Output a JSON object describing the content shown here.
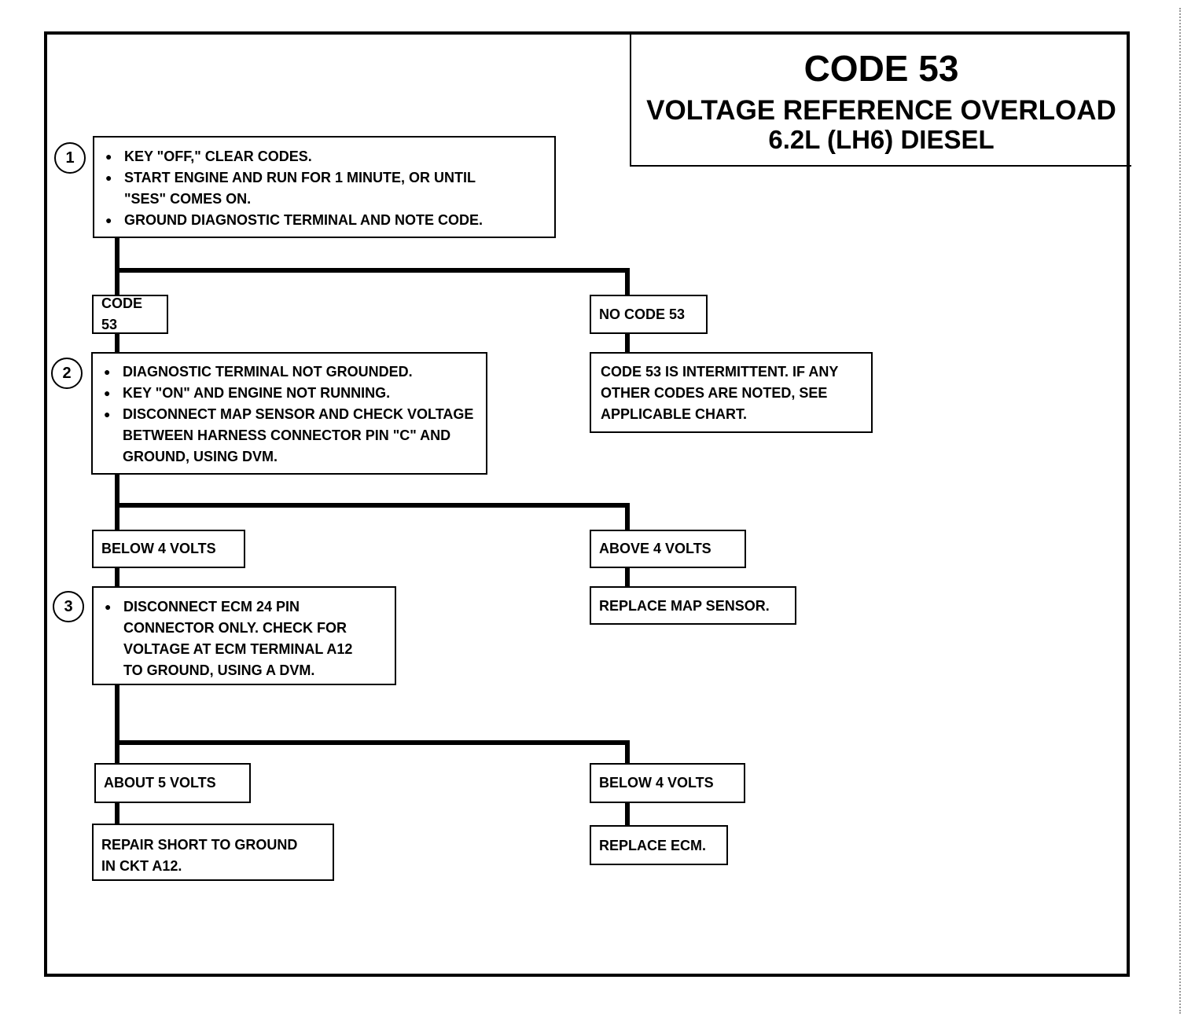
{
  "title": {
    "code": "CODE 53",
    "subtitle": "VOLTAGE REFERENCE OVERLOAD",
    "engine": "6.2L  (LH6)  DIESEL"
  },
  "steps": {
    "s1": {
      "number": "1",
      "items": [
        "KEY \"OFF,\" CLEAR CODES.",
        "START ENGINE AND RUN FOR 1 MINUTE, OR UNTIL \"SES\" COMES ON.",
        "GROUND DIAGNOSTIC TERMINAL AND NOTE CODE."
      ]
    },
    "s2": {
      "number": "2",
      "items": [
        "DIAGNOSTIC TERMINAL NOT GROUNDED.",
        "KEY \"ON\" AND ENGINE NOT RUNNING.",
        "DISCONNECT MAP SENSOR AND CHECK VOLTAGE BETWEEN HARNESS CONNECTOR PIN \"C\" AND GROUND, USING DVM."
      ]
    },
    "s3": {
      "number": "3",
      "items": [
        "DISCONNECT ECM 24 PIN CONNECTOR ONLY.  CHECK FOR VOLTAGE AT ECM TERMINAL A12 TO GROUND, USING A DVM."
      ]
    }
  },
  "branches": {
    "code53": "CODE 53",
    "no_code53": "NO CODE 53",
    "below4_a": "BELOW  4  VOLTS",
    "above4": "ABOVE  4  VOLTS",
    "about5": "ABOUT  5  VOLTS",
    "below4_b": "BELOW  4  VOLTS"
  },
  "results": {
    "intermittent": "CODE 53 IS INTERMITTENT.  IF ANY OTHER CODES ARE NOTED, SEE APPLICABLE CHART.",
    "replace_map": "REPLACE MAP SENSOR.",
    "repair_short": "REPAIR SHORT TO GROUND IN CKT A12.",
    "replace_ecm": "REPLACE ECM."
  }
}
